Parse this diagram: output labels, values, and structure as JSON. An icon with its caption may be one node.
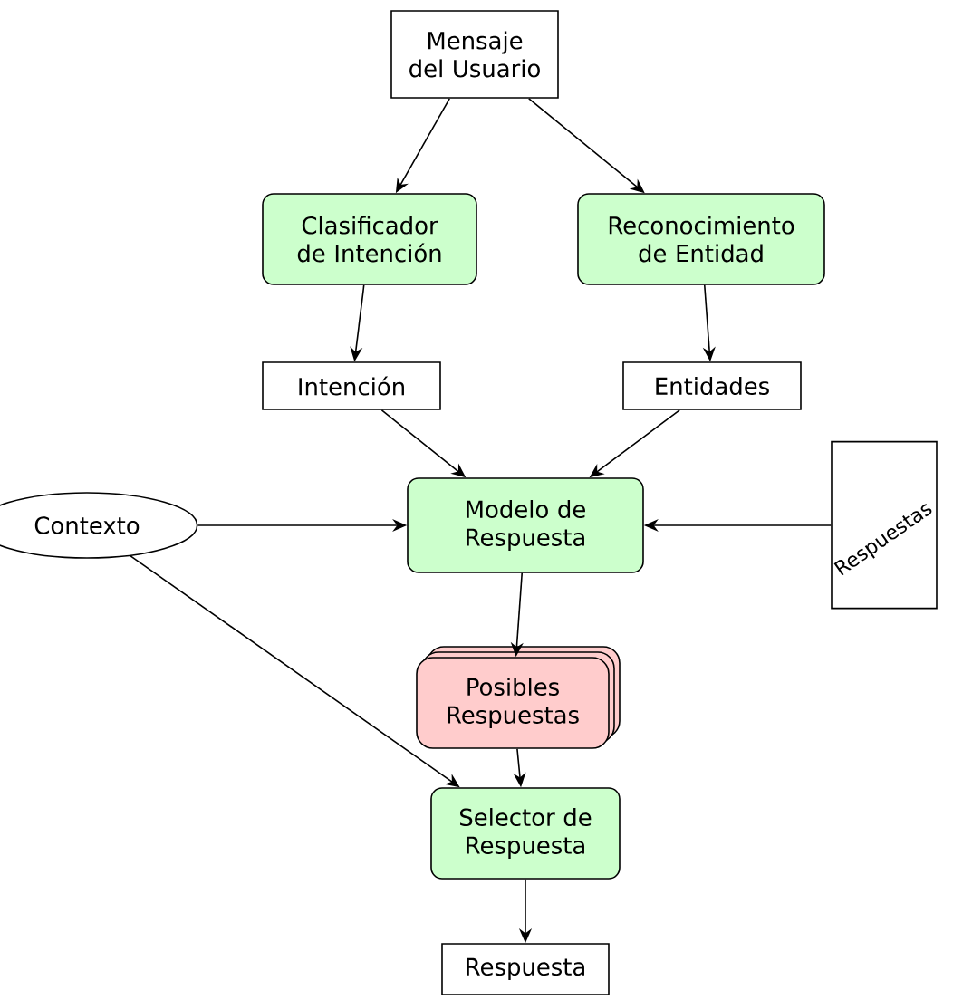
{
  "diagram": {
    "nodes": [
      {
        "text": [
          "Mensaje del Usuario"
        ]
      },
      {
        "text": [
          "Clasificador de Intención"
        ]
      },
      {
        "text": [
          "Reconocimiento de Entidad"
        ]
      },
      {
        "text": [
          "Intención"
        ]
      },
      {
        "text": [
          "Entidades"
        ]
      },
      {
        "text": [
          "Modelo de Respuesta"
        ]
      },
      {
        "text": [
          "Contexto"
        ]
      },
      {
        "text": [
          "Respuestas"
        ]
      },
      {
        "text": [
          "Posibles Respuestas"
        ]
      },
      {
        "text": [
          "Selector de Respuesta"
        ]
      },
      {
        "text": [
          "Respuesta"
        ]
      }
    ],
    "edges": [
      {
        "from": 0,
        "to": 1,
        "arrow": "to"
      },
      {
        "from": 0,
        "to": 2,
        "arrow": "to"
      },
      {
        "from": 1,
        "to": 3,
        "arrow": "to"
      },
      {
        "from": 2,
        "to": 4,
        "arrow": "to"
      },
      {
        "from": 3,
        "to": 5,
        "arrow": "to"
      },
      {
        "from": 4,
        "to": 5,
        "arrow": "to"
      },
      {
        "from": 6,
        "to": 5,
        "arrow": "to"
      },
      {
        "from": 7,
        "to": 5,
        "arrow": "to"
      },
      {
        "from": 5,
        "to": 8,
        "arrow": "to"
      },
      {
        "from": 8,
        "to": 9,
        "arrow": "to"
      },
      {
        "from": 6,
        "to": 9,
        "arrow": "to"
      },
      {
        "from": 9,
        "to": 10,
        "arrow": "to"
      }
    ]
  }
}
